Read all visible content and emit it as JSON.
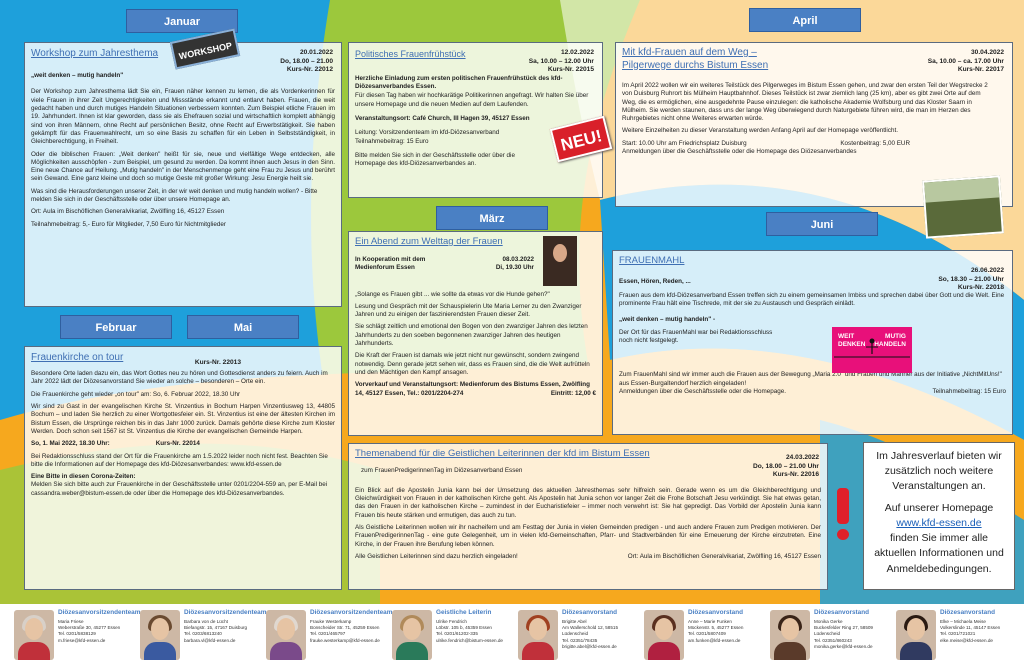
{
  "months": {
    "januar": "Januar",
    "februar": "Februar",
    "maerz": "März",
    "april": "April",
    "mai": "Mai",
    "juni": "Juni"
  },
  "workshop_badge": "WORKSHOP",
  "neu_badge": "NEU!",
  "workshop": {
    "title": "Workshop zum Jahresthema",
    "date": "20.01.2022",
    "time": "Do, 18.00 – 21.00",
    "kurs": "Kurs-Nr. 22012",
    "subtitle": "„weit denken – mutig handeln\"",
    "p1": "Der Workshop zum Jahresthema lädt Sie ein, Frauen näher kennen zu lernen, die als Vordenkerinnen für viele Frauen in ihrer Zeit Ungerechtigkeiten und Missstände erkannt und entlarvt haben. Frauen, die weit gedacht haben und durch mutiges Handeln Situationen verbessern konnten. Zum Beispiel etliche Frauen im 19. Jahrhundert. Ihnen ist klar geworden, dass sie als Ehefrauen sozial und wirtschaftlich komplett abhängig sind von ihren Männern, ohne Recht auf persönlichen Besitz, ohne Recht auf Erwerbstätigkeit. Sie haben gekämpft für das Frauenwahlrecht, um so eine Basis zu schaffen für ein Leben in Selbstständigkeit, in Gleichberechtigung, in Freiheit.",
    "p2": "Oder die biblischen Frauen: „Weit denken\" heißt für sie, neue und vielfältige Wege entdecken, alle Möglichkeiten ausschöpfen - zum Beispiel, um gesund zu werden. Da kommt ihnen auch Jesus in den Sinn. Eine neue Chance auf Heilung. „Mutig handeln\" in der Menschenmenge geht eine Frau zu Jesus und berührt sein Gewand. Eine ganz kleine und doch so mutige Geste mit großer Wirkung: Jesu Energie heilt sie.",
    "p3": "Was sind die Herausforderungen unserer Zeit, in der wir weit denken und mutig handeln wollen? - Bitte melden Sie sich in der Geschäftsstelle oder über unsere Homepage an.",
    "p4": "Ort: Aula im Bischöflichen Generalvikariat, Zwölfling 16, 45127 Essen",
    "p5": "Teilnahmebeitrag: 5,- Euro für Mitglieder, 7,50 Euro für Nichtmitglieder"
  },
  "fruehstueck": {
    "title": "Politisches Frauenfrühstück",
    "date": "12.02.2022",
    "time": "Sa, 10.00 – 12.00 Uhr",
    "kurs": "Kurs-Nr. 22015",
    "p1": "Herzliche Einladung zum ersten politischen Frauenfrühstück des kfd-Diözesanverbandes Essen.",
    "p2": "Für diesen Tag haben wir hochkarätige Politikerinnen angefragt. Wir halten Sie über unsere Homepage und die neuen Medien auf dem Laufenden.",
    "p3": "Veranstaltungsort: Café Church, III Hagen 39, 45127 Essen",
    "p4": "Leitung: Vorsitzendenteam im kfd-Diözesanverband",
    "p5": "Teilnahmebeitrag: 15 Euro",
    "p6": "Bitte melden Sie sich in der Geschäftsstelle oder über die Homepage des kfd-Diözesanverbandes an."
  },
  "weltfrauen": {
    "title": "Ein Abend zum Welttag der Frauen",
    "coop": "In Kooperation mit dem Medienforum Essen",
    "date": "08.03.2022",
    "time": "Di, 19.30 Uhr",
    "p1": "„Solange es Frauen gibt ... wie sollte da etwas vor die Hunde gehen?\"",
    "p2": "Lesung und Gespräch mit der Schauspielerin Ute Maria Lerner zu den Zwanziger Jahren und zu einigen der faszinierendsten Frauen dieser Zeit.",
    "p3": "Sie schlägt zeitlich und emotional den Bogen von den zwanziger Jahren des letzten Jahrhunderts zu den soeben begonnenen zwanziger Jahren des heutigen Jahrhunderts.",
    "p4": "Die Kraft der Frauen ist damals wie jetzt nicht nur gewünscht, sondern zwingend notwendig. Denn gerade jetzt sehen wir, dass es Frauen sind, die die Welt aufrütteln und den Mächtigen den Kampf ansagen.",
    "p5": "Vorverkauf und Veranstaltungsort: Medienforum des Bistums Essen, Zwölfling 14, 45127 Essen, Tel.: 0201/2204-274",
    "p5b": "Eintritt: 12,00 €"
  },
  "pilgerwege": {
    "title": "Mit kfd-Frauen auf dem Weg – Pilgerwege durchs Bistum Essen",
    "date": "30.04.2022",
    "time": "Sa, 10.00 – ca. 17.00 Uhr",
    "kurs": "Kurs-Nr. 22017",
    "p1": "Im April 2022 wollen wir ein weiteres Teilstück des Pilgerweges im Bistum Essen gehen, und zwar den ersten Teil der Wegstrecke 2 von Duisburg Ruhrort bis Mülheim Hauptbahnhof. Dieses Teilstück ist zwar ziemlich lang (25 km), aber es gibt zwei Orte auf dem Weg, die es ermöglichen, eine ausgedehnte Pause einzulegen: die katholische Akademie Wolfsburg und das Kloster Saarn in Mülheim. Sie werden staunen, dass uns der lange Weg überwiegend durch Naturgebiete führen wird, die man im Herzen des Ruhrgebietes nicht ohne Weiteres erwarten würde.",
    "p2": "Weitere Einzelheiten zu dieser Veranstaltung werden Anfang April auf der Homepage veröffentlicht.",
    "p3": "Start: 10.00 Uhr am Friedrichsplatz Duisburg",
    "p3b": "Kostenbeitrag: 5,00 EUR",
    "p4": "Anmeldungen über die Geschäftsstelle oder die Homepage des Diözesanverbandes"
  },
  "frauenmahl": {
    "title": "FRAUENMAHL",
    "date": "26.06.2022",
    "time": "So, 18.30 – 21.00 Uhr",
    "kurs": "Kurs-Nr. 22018",
    "subtitle": "Essen, Hören, Reden, ...",
    "p1": "Frauen aus dem kfd-Diözesanverband Essen treffen sich zu einem gemeinsamen Imbiss und sprechen dabei über Gott und die Welt. Eine prominente Frau hält eine Tischrede, mit der sie zu Austausch und Gespräch einlädt.",
    "p2": "„weit denken – mutig handeln\" -",
    "p3": "Der Ort für das FrauenMahl war bei Redaktionsschluss noch nicht festgelegt.",
    "p4": "Zum FrauenMahl sind wir immer auch die Frauen aus der Bewegung „Maria 2.0\" und Frauen und Männer aus der Initiative „NichtMitUns!\" aus Essen-Burgaltendorf herzlich eingeladen!",
    "p5": "Anmeldungen über die Geschäftsstelle oder die Homepage.",
    "p5b": "Teilnahmebeitrag: 15 Euro",
    "logo_weit": "WEIT",
    "logo_denken": "DENKEN",
    "logo_mutig": "MUTIG",
    "logo_handeln": "HANDELN"
  },
  "frauenkirche": {
    "title": "Frauenkirche on tour",
    "kurs": "Kurs-Nr. 22013",
    "p1": "Besondere Orte laden dazu ein, das Wort Gottes neu zu hören und Gottesdienst anders zu feiern. Auch im Jahr 2022 lädt der Diözesanvorstand Sie wieder an solche – besonderen – Orte ein.",
    "p2": "Die Frauenkirche geht wieder „on tour\" am: So, 6. Februar 2022, 18.30 Uhr",
    "p3": "Wir sind zu Gast in der evangelischen Kirche St. Vinzentius in Bochum Harpen Vinzentiusweg 13, 44805 Bochum – und laden Sie herzlich zu einer Wortgottesfeier ein. St. Vinzentius ist eine der ältesten Kirchen im Bistum Essen, die Ursprünge reichen bis in das Jahr 1000 zurück. Damals gehörte diese Kirche zum Kloster Werden. Doch schon seit 1567 ist St. Vinzentius die Kirche der evangelischen Gemeinde Harpen.",
    "p4": "So, 1. Mai 2022, 18.30 Uhr:",
    "p4b": "Kurs-Nr. 22014",
    "p5": "Bei Redaktionsschluss stand der Ort für die Frauenkirche am 1.5.2022 leider noch nicht fest. Beachten Sie bitte die Informationen auf der Homepage des kfd-Diözesanverbandes: www.kfd-essen.de",
    "p6": "Eine Bitte in diesen Corona-Zeiten:",
    "p7": "Melden Sie sich bitte auch zur Frauenkirche in der Geschäftsstelle unter 0201/2204-559 an, per E-Mail bei cassandra.weber@bistum-essen.de oder über die Homepage des kfd-Diözesanverbandes."
  },
  "themenabend": {
    "title": "Themenabend für die Geistlichen Leiterinnen der kfd im Bistum Essen",
    "date": "24.03.2022",
    "time": "Do, 18.00 – 21.00 Uhr",
    "kurs": "Kurs-Nr. 22016",
    "subtitle": "zum FrauenPredigerinnenTag im Diözesanverband Essen",
    "p1": "Ein Blick auf die Apostelin Junia kann bei der Umsetzung des aktuellen Jahresthemas sehr hilfreich sein. Gerade wenn es um die Gleichberechtigung und Gleichwürdigkeit von Frauen in der katholischen Kirche geht. Als Apostelin hat Junia schon vor langer Zeit die Frohe Botschaft Jesu verkündigt. Sie hat etwas getan, das den Frauen in der katholischen Kirche – zumindest in der Eucharistiefeier – immer noch verwehrt ist: Sie hat gepredigt. Das Vorbild der Apostelin Junia kann Frauen bis heute stärken und ermutigen, das auch zu tun.",
    "p2": "Als Geistliche Leiterinnen wollen wir ihr nacheifern und am Festtag der Junia in vielen Gemeinden predigen - und auch andere Frauen zum Predigen motivieren. Der FrauenPredigerinnenTag - eine gute Gelegenheit, um in vielen kfd-Gemeinschaften, Pfarr- und Stadtverbänden für eine Erneuerung der Kirche einzutreten. Eine Kirche, in der Frauen ihre Berufung leben können.",
    "p3": "Alle Geistlichen Leiterinnen sind dazu herzlich eingeladen!",
    "p3b": "Ort: Aula im Bischöflichen Generalvikariat, Zwölfling 16, 45127 Essen"
  },
  "info": {
    "line1": "Im Jahresverlauf bieten wir zusätzlich noch weitere Veranstaltungen an.",
    "line2": "Auf unserer Homepage",
    "link": "www.kfd-essen.de",
    "line3": "finden Sie immer alle aktuellen Informationen und Anmeldebedingungen."
  },
  "team": [
    {
      "role": "Diözesanvorsitzendenteam",
      "details": "Maria Friese\nWeberstraße 30, 45277 Essen\nTel. 0201/5838129\nm.friese@kfd-essen.de"
    },
    {
      "role": "Diözesanvorsitzendenteam",
      "details": "Barbara von de Lücht\nBiefangstr. 15, 47167 Duisburg\nTel. 0203/6813240\nbarbara.vl@kfd-essen.de"
    },
    {
      "role": "Diözesanvorsitzendenteam",
      "details": "Frauke Westerkamp\nBonscheider Str. 71, 45259 Essen\nTel. 0201/465797\nfrauke.westerkamp@kfd-essen.de"
    },
    {
      "role": "Geistliche Leiterin",
      "details": "Ulrike Fendrich\nLöbstr. 105 b, 45359 Essen\nTel. 0201/61202-335\nulrike.fendrich@bistum-essen.de"
    },
    {
      "role": "Diözesanvorstand",
      "details": "Brigitte Abel\nAm Wallerschold 12, 58515 Lüdenscheid\nTel. 02351/78435\nbrigitte.abel@kfd-essen.de"
    },
    {
      "role": "Diözesanvorstand",
      "details": "Anne – Marie Funken\nMückenstr. 5, 45277 Essen\nTel. 0201/5807409\nam.funken@kfd-essen.de"
    },
    {
      "role": "Diözesanvorstand",
      "details": "Monika Gerke\nBuckesfelder Ring 27, 58509 Lüdenscheid\nTel. 02351/860243\nmonika.gerke@kfd-essen.de"
    },
    {
      "role": "Diözesanvorstand",
      "details": "Elke – Michaela Meise\nVolkerslinde 11, 45147 Essen\nTel. 0201/721021\nelke.meise@kfd-essen.de"
    }
  ]
}
